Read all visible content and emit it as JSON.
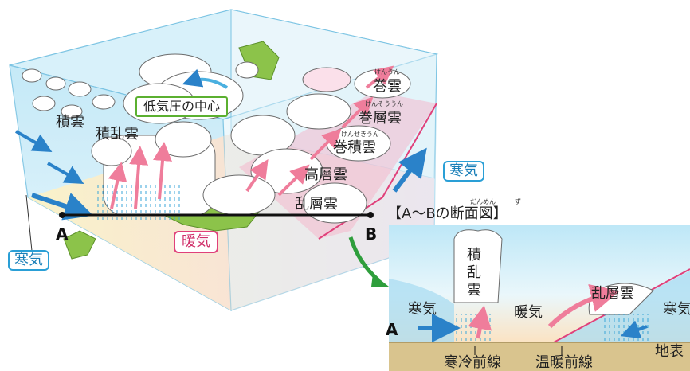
{
  "labels": {
    "low_pressure_center": "低気圧の中心",
    "cumulus": "積雲",
    "cumulonimbus_3d": "積乱雲",
    "cirrus": "巻雲",
    "cirrus_ruby": "けんうん",
    "cirrostratus": "巻層雲",
    "cirrostratus_ruby": "けんそううん",
    "cirrocumulus": "巻積雲",
    "cirrocumulus_ruby": "けんせきうん",
    "altostratus": "高層雲",
    "nimbostratus_3d": "乱層雲",
    "cold_air_right": "寒気",
    "cold_air_left": "寒気",
    "warm_air": "暖気",
    "point_a": "A",
    "point_b": "B"
  },
  "section": {
    "title": "【A～Bの断面図】",
    "ruby_danmen": "だんめん",
    "ruby_zu": "ず",
    "cumulonimbus_vertical": [
      "積",
      "乱",
      "雲"
    ],
    "cold_air": "寒気",
    "warm_air": "暖気",
    "nimbostratus": "乱層雲",
    "cold_air_right": "寒気",
    "point_a": "A",
    "ground": "地表",
    "cold_front": "寒冷前線",
    "warm_front": "温暖前線"
  },
  "colors": {
    "sky_blue": "#c9ecf8",
    "warm_yellow": "#fbe9a6",
    "warm_pink": "#f7c9d6",
    "front_pink": "#e0407a",
    "ground": "#d9c48e",
    "arrow_blue": "#2a82c9",
    "arrow_pink": "#ef7d9b",
    "arrow_green": "#2e9e3c"
  }
}
